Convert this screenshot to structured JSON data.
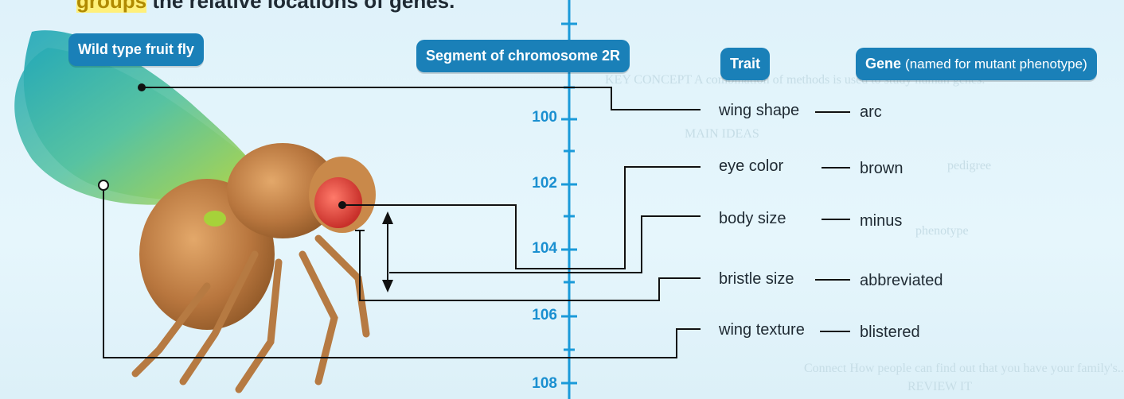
{
  "header_fragment": {
    "left": "groups",
    "right": "the relative locations of genes."
  },
  "labels": {
    "fly": "Wild type fruit fly",
    "chromosome": "Segment of chromosome 2R",
    "trait": "Trait",
    "gene": "Gene",
    "gene_note": "(named for mutant phenotype)"
  },
  "axis_ticks": [
    "100",
    "102",
    "104",
    "106",
    "108"
  ],
  "rows": [
    {
      "trait": "wing shape",
      "gene": "arc"
    },
    {
      "trait": "eye color",
      "gene": "brown"
    },
    {
      "trait": "body size",
      "gene": "minus"
    },
    {
      "trait": "bristle size",
      "gene": "abbreviated"
    },
    {
      "trait": "wing texture",
      "gene": "blistered"
    }
  ],
  "background_text": {
    "line1": "KEY CONCEPT  A combination of methods is used to study human genes.",
    "line2": "MAIN IDEAS",
    "line3": "pedigree",
    "line4": "phenotype",
    "line5": "Connect  How people can find out that you have your family's...",
    "line6": "REVIEW IT"
  },
  "colors": {
    "accent": "#1a80b8",
    "axis": "#1a9ad9",
    "background": "#e2f4fb"
  }
}
